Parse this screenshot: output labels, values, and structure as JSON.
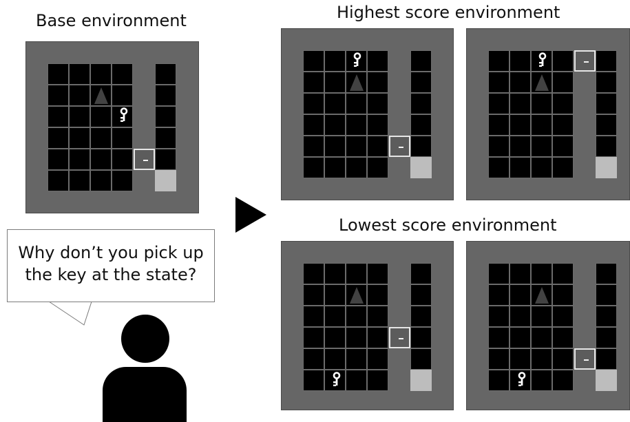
{
  "labels": {
    "base": "Base environment",
    "highest": "Highest score environment",
    "lowest": "Lowest score environment"
  },
  "speech": {
    "line1": "Why don’t you pick up",
    "line2": "the key at the state?"
  },
  "colors": {
    "wall": "#666666",
    "floor": "#000000",
    "grid_line": "#6b6b6b",
    "goal": "#bdbdbd",
    "agent": "#424242",
    "key": "#ffffff",
    "door_outline": "#e6e6e6"
  },
  "icons": {
    "agent": "triangle-icon",
    "key": "key-icon",
    "door": "door-icon",
    "goal": "goal-square-icon",
    "arrow": "play-arrow-icon",
    "person": "person-icon"
  }
}
